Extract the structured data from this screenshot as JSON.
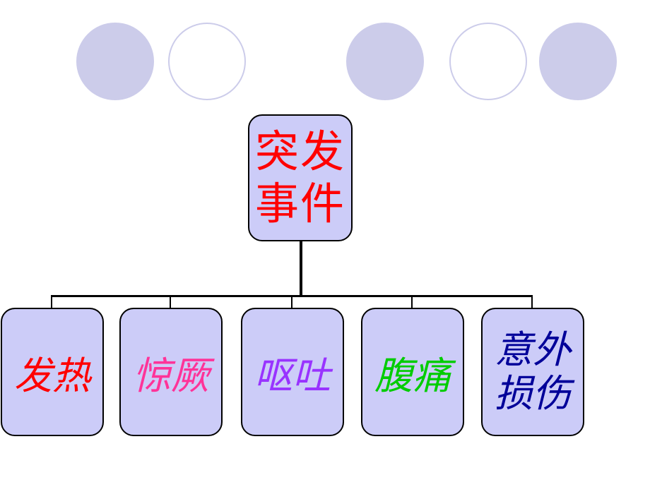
{
  "decor": {
    "circles": [
      "filled",
      "outline",
      "filled",
      "outline",
      "filled"
    ]
  },
  "root": {
    "label": "突发事件",
    "color": "#ff0000"
  },
  "children": [
    {
      "label": "发热",
      "color": "#ff0000"
    },
    {
      "label": "惊厥",
      "color": "#ff3399"
    },
    {
      "label": "呕吐",
      "color": "#9933ff"
    },
    {
      "label": "腹痛",
      "color": "#00cc00"
    },
    {
      "label": "意外损伤",
      "color": "#000099"
    }
  ]
}
